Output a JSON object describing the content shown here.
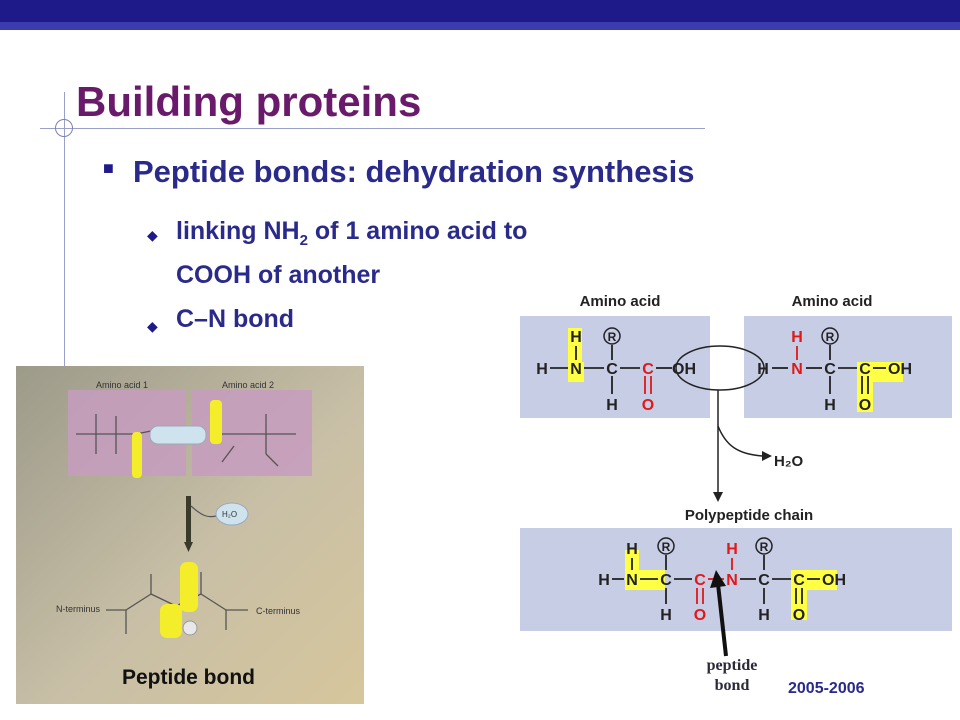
{
  "slide": {
    "title": "Building proteins",
    "bullet1": "Peptide bonds: dehydration synthesis",
    "bullet2_pre": "linking NH",
    "bullet2_sub": "2",
    "bullet2_post": " of 1 amino acid to",
    "bullet2_line2": "COOH of another",
    "bullet3": "C–N bond",
    "year": "2005-2006"
  },
  "photo": {
    "amino_acid_1": "Amino acid 1",
    "amino_acid_2": "Amino acid 2",
    "water": "H₂O",
    "n_terminus": "N-terminus",
    "c_terminus": "C-terminus",
    "peptide_bond": "Peptide bond"
  },
  "figure": {
    "label_left": "Amino acid",
    "label_right": "Amino acid",
    "water": "H₂O",
    "polypeptide": "Polypeptide chain",
    "peptide_line1": "peptide",
    "peptide_line2": "bond"
  },
  "colors": {
    "title": "#6a1a6a",
    "text": "#2a2a8a",
    "band": "#1f1a8a",
    "box": "#c8cde6",
    "highlight": "#ffff44",
    "red": "#e01818"
  }
}
